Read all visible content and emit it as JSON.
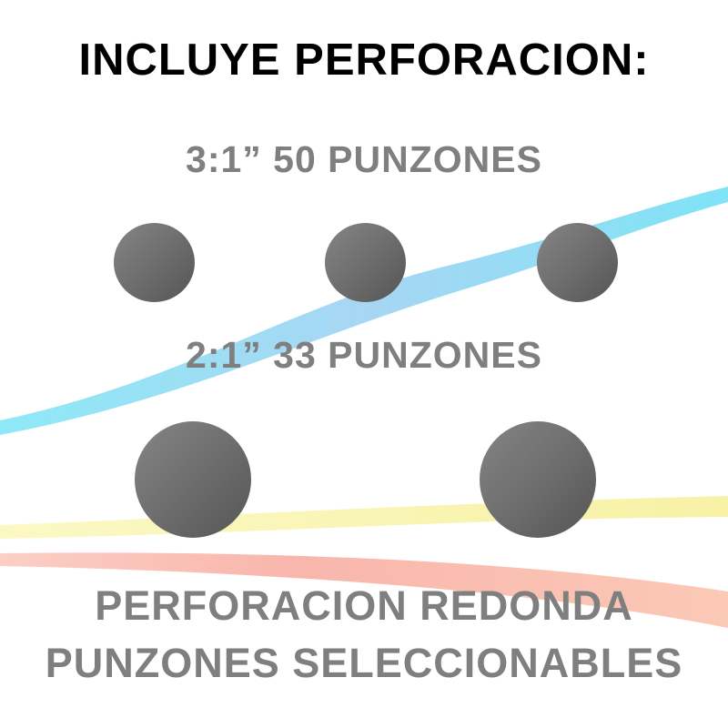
{
  "title": "INCLUYE PERFORACION:",
  "options": [
    {
      "label": "3:1” 50 PUNZONES",
      "holes_shown": 3
    },
    {
      "label": "2:1” 33 PUNZONES",
      "holes_shown": 2
    }
  ],
  "footer": {
    "line1": "PERFORACION REDONDA",
    "line2": "PUNZONES SELECCIONABLES"
  },
  "colors": {
    "title": "#000000",
    "text": "#7f7f7f",
    "hole": "#6e6e6e",
    "ribbon_blue": "#7fe6f5",
    "ribbon_yellow": "#f8f5b0",
    "ribbon_red": "#f8b5a8"
  }
}
